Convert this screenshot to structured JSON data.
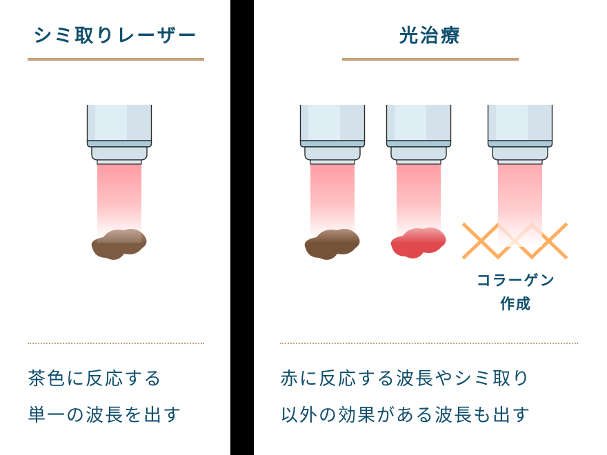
{
  "left_panel": {
    "title": "シミ取りレーザー",
    "description_lines": [
      "茶色に反応する",
      "単一の波長を出す"
    ],
    "devices": [
      {
        "beam": "red-gradient",
        "target": "brown-spot",
        "target_color": "#765239"
      }
    ]
  },
  "right_panel": {
    "title": "光治療",
    "description_lines": [
      "赤に反応する波長やシミ取り",
      "以外の効果がある波長も出す"
    ],
    "devices": [
      {
        "beam": "red-gradient",
        "target": "brown-spot",
        "target_color": "#765239"
      },
      {
        "beam": "red-gradient",
        "target": "red-spot",
        "target_color": "#e04a4e"
      },
      {
        "beam": "red-gradient",
        "target": "collagen-fibers",
        "target_color": "#ffae60"
      }
    ],
    "collagen_label_lines": [
      "コラーゲン",
      "作成"
    ]
  },
  "colors": {
    "title_text": "#0f4e6c",
    "accent_line": "#c4a07c",
    "divider": "#000000",
    "beam": "#ff9fa6",
    "device_body": "#dfedf5",
    "device_band": "#a9cbd9"
  }
}
